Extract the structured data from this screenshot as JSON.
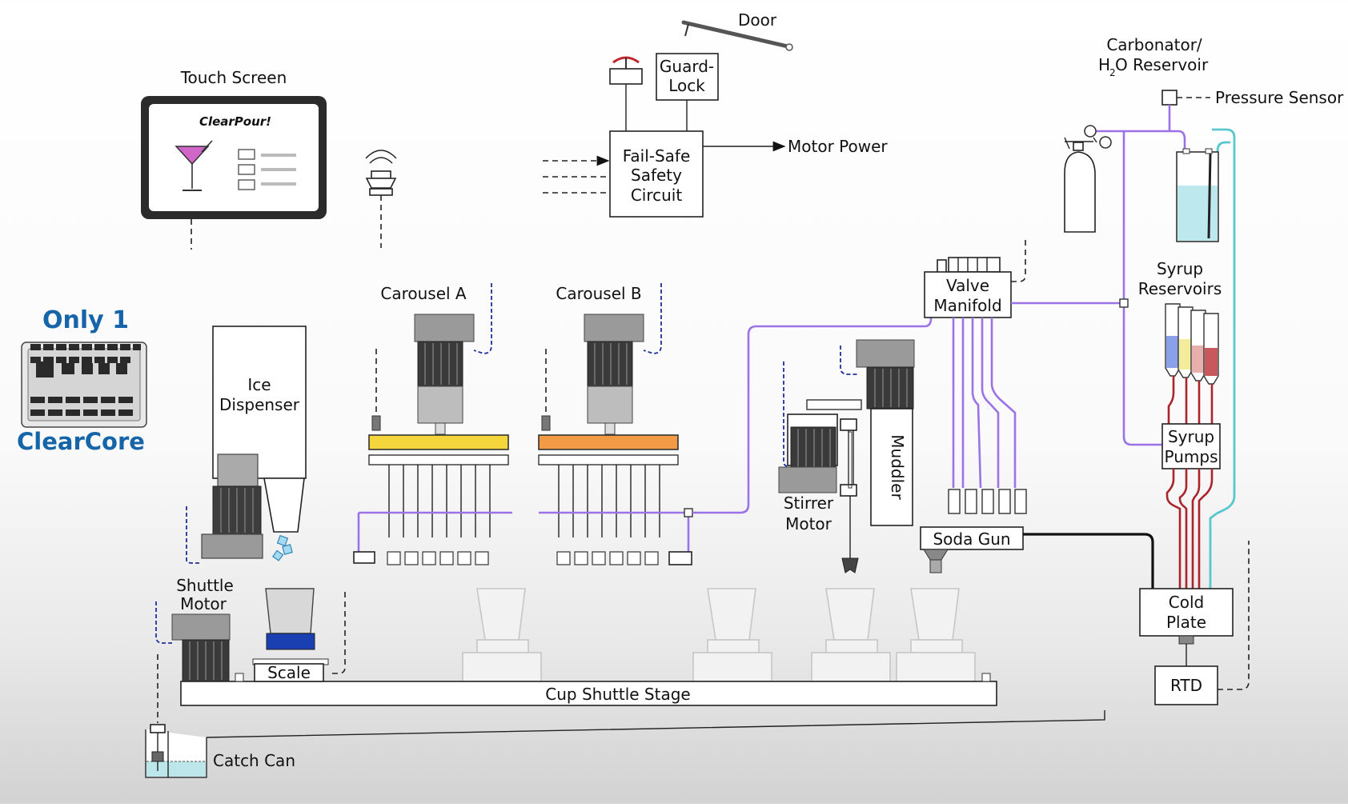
{
  "labels": {
    "door": "Door",
    "guard_lock": [
      "Guard-",
      "Lock"
    ],
    "fail_safe": [
      "Fail-Safe",
      "Safety",
      "Circuit"
    ],
    "motor_power": "Motor Power",
    "touch_screen": "Touch Screen",
    "screen_app_name": "ClearPour!",
    "only_1": "Only 1",
    "clearcore": "ClearCore",
    "carbonator": [
      "Carbonator/",
      "H",
      "2",
      "O Reservoir"
    ],
    "pressure_sensor": "Pressure Sensor",
    "valve_manifold": [
      "Valve",
      "Manifold"
    ],
    "syrup_reservoirs": [
      "Syrup",
      "Reservoirs"
    ],
    "syrup_pumps": [
      "Syrup",
      "Pumps"
    ],
    "carousel_a": "Carousel A",
    "carousel_b": "Carousel B",
    "ice_dispenser": [
      "Ice",
      "Dispenser"
    ],
    "muddler": "Muddler",
    "stirrer_motor": [
      "Stirrer",
      "Motor"
    ],
    "soda_gun": "Soda Gun",
    "cold_plate": [
      "Cold",
      "Plate"
    ],
    "rtd": "RTD",
    "shuttle_motor": [
      "Shuttle",
      "Motor"
    ],
    "scale": "Scale",
    "cup_shuttle_stage": "Cup Shuttle Stage",
    "catch_can": "Catch Can"
  },
  "colors": {
    "clearcore_blue": "#1565a8",
    "air_line_purple": "#9b73e6",
    "syrup_line_red": "#a9242b",
    "water_line_cyan": "#58c8cc",
    "carousel_a_band": "#f4d63c",
    "carousel_b_band": "#f29a46",
    "syrup_fills": [
      "#8aa0e8",
      "#f3ec9a",
      "#e8b0ad",
      "#c8585c"
    ],
    "scale_cup_blue": "#1a3fb0",
    "cocktail_glass": "#d066c8"
  }
}
